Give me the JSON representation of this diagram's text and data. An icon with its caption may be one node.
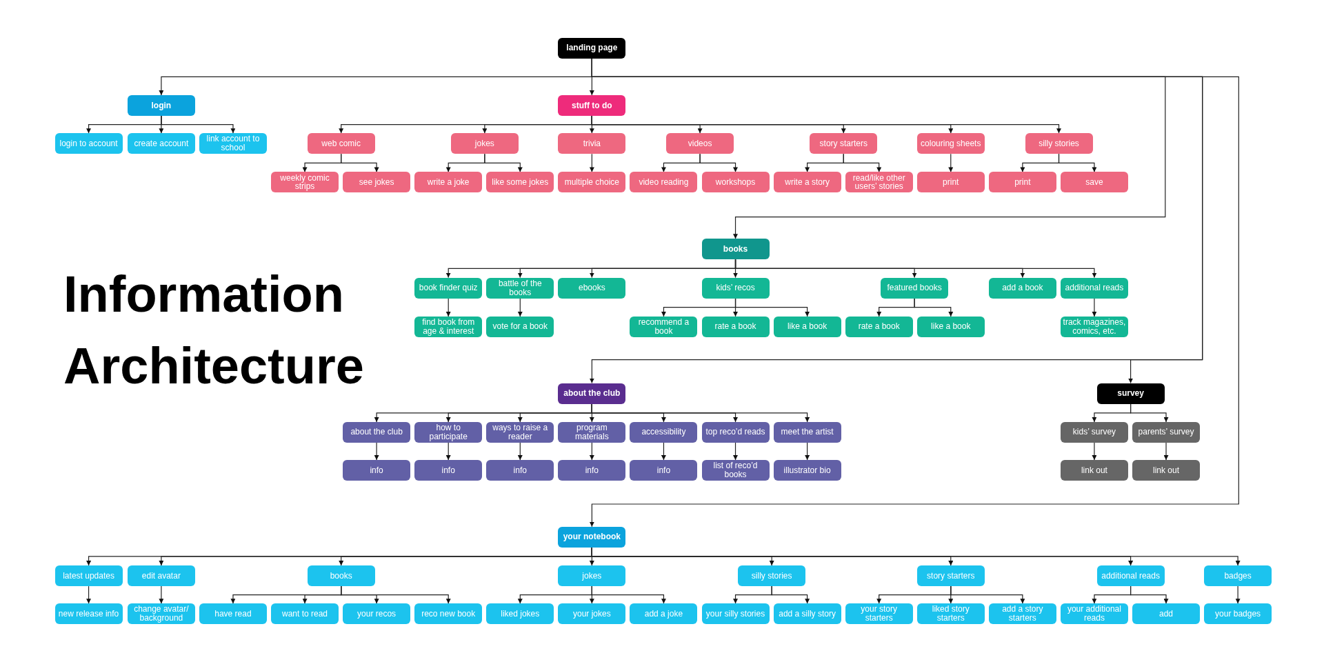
{
  "diagram": {
    "title": "Information Architecture",
    "nodes": [
      {
        "text": [
          "landing page"
        ]
      },
      {
        "text": [
          "login"
        ]
      },
      {
        "text": [
          "login to account"
        ]
      },
      {
        "text": [
          "create account"
        ]
      },
      {
        "text": [
          "link account to school"
        ]
      },
      {
        "text": [
          "stuff to do"
        ]
      },
      {
        "text": [
          "web comic"
        ]
      },
      {
        "text": [
          "weekly comic strips"
        ]
      },
      {
        "text": [
          "see jokes"
        ]
      },
      {
        "text": [
          "jokes"
        ]
      },
      {
        "text": [
          "write a joke"
        ]
      },
      {
        "text": [
          "like some jokes"
        ]
      },
      {
        "text": [
          "trivia"
        ]
      },
      {
        "text": [
          "multiple choice"
        ]
      },
      {
        "text": [
          "videos"
        ]
      },
      {
        "text": [
          "video reading"
        ]
      },
      {
        "text": [
          "workshops"
        ]
      },
      {
        "text": [
          "story starters"
        ]
      },
      {
        "text": [
          "write a story"
        ]
      },
      {
        "text": [
          "read/like other users’ stories"
        ]
      },
      {
        "text": [
          "colouring sheets"
        ]
      },
      {
        "text": [
          "print"
        ]
      },
      {
        "text": [
          "silly stories"
        ]
      },
      {
        "text": [
          "print"
        ]
      },
      {
        "text": [
          "save"
        ]
      },
      {
        "text": [
          "books"
        ]
      },
      {
        "text": [
          "book finder quiz"
        ]
      },
      {
        "text": [
          "find book from age & interest"
        ]
      },
      {
        "text": [
          "battle of the books"
        ]
      },
      {
        "text": [
          "vote for a book"
        ]
      },
      {
        "text": [
          "ebooks"
        ]
      },
      {
        "text": [
          "kids’ recos"
        ]
      },
      {
        "text": [
          "recommend a book"
        ]
      },
      {
        "text": [
          "rate a book"
        ]
      },
      {
        "text": [
          "like a book"
        ]
      },
      {
        "text": [
          "featured books"
        ]
      },
      {
        "text": [
          "rate a book"
        ]
      },
      {
        "text": [
          "like a book"
        ]
      },
      {
        "text": [
          "add a book"
        ]
      },
      {
        "text": [
          "additional reads"
        ]
      },
      {
        "text": [
          "track magazines, comics, etc."
        ]
      },
      {
        "text": [
          "about the club"
        ]
      },
      {
        "text": [
          "about the club"
        ]
      },
      {
        "text": [
          "info"
        ]
      },
      {
        "text": [
          "how to participate"
        ]
      },
      {
        "text": [
          "info"
        ]
      },
      {
        "text": [
          "ways to raise a reader"
        ]
      },
      {
        "text": [
          "info"
        ]
      },
      {
        "text": [
          "program materials"
        ]
      },
      {
        "text": [
          "info"
        ]
      },
      {
        "text": [
          "accessibility"
        ]
      },
      {
        "text": [
          "info"
        ]
      },
      {
        "text": [
          "top reco’d reads"
        ]
      },
      {
        "text": [
          "list of reco’d books"
        ]
      },
      {
        "text": [
          "meet the artist"
        ]
      },
      {
        "text": [
          "illustrator bio"
        ]
      },
      {
        "text": [
          "survey"
        ]
      },
      {
        "text": [
          "kids’ survey"
        ]
      },
      {
        "text": [
          "link out"
        ]
      },
      {
        "text": [
          "parents’ survey"
        ]
      },
      {
        "text": [
          "link out"
        ]
      },
      {
        "text": [
          "your notebook"
        ]
      },
      {
        "text": [
          "latest updates"
        ]
      },
      {
        "text": [
          "new release info"
        ]
      },
      {
        "text": [
          "edit avatar"
        ]
      },
      {
        "text": [
          "change avatar/ background"
        ]
      },
      {
        "text": [
          "books"
        ]
      },
      {
        "text": [
          "have read"
        ]
      },
      {
        "text": [
          "want to read"
        ]
      },
      {
        "text": [
          "your recos"
        ]
      },
      {
        "text": [
          "reco new book"
        ]
      },
      {
        "text": [
          "jokes"
        ]
      },
      {
        "text": [
          "liked jokes"
        ]
      },
      {
        "text": [
          "your jokes"
        ]
      },
      {
        "text": [
          "add a joke"
        ]
      },
      {
        "text": [
          "silly stories"
        ]
      },
      {
        "text": [
          "your silly stories"
        ]
      },
      {
        "text": [
          "add a silly story"
        ]
      },
      {
        "text": [
          "story starters"
        ]
      },
      {
        "text": [
          "your story starters"
        ]
      },
      {
        "text": [
          "liked story starters"
        ]
      },
      {
        "text": [
          "add a story starters"
        ]
      },
      {
        "text": [
          "additional reads"
        ]
      },
      {
        "text": [
          "your additional reads"
        ]
      },
      {
        "text": [
          "add"
        ]
      },
      {
        "text": [
          "badges"
        ]
      },
      {
        "text": [
          "your badges"
        ]
      }
    ],
    "edges": [
      {
        "from": 0,
        "to": 1,
        "arrow": "to"
      },
      {
        "from": 1,
        "to": 2,
        "arrow": "to"
      },
      {
        "from": 1,
        "to": 3,
        "arrow": "to"
      },
      {
        "from": 1,
        "to": 4,
        "arrow": "to"
      },
      {
        "from": 0,
        "to": 5,
        "arrow": "to"
      },
      {
        "from": 5,
        "to": 6,
        "arrow": "to"
      },
      {
        "from": 6,
        "to": 7,
        "arrow": "to"
      },
      {
        "from": 6,
        "to": 8,
        "arrow": "to"
      },
      {
        "from": 5,
        "to": 9,
        "arrow": "to"
      },
      {
        "from": 9,
        "to": 10,
        "arrow": "to"
      },
      {
        "from": 9,
        "to": 11,
        "arrow": "to"
      },
      {
        "from": 5,
        "to": 12,
        "arrow": "to"
      },
      {
        "from": 12,
        "to": 13,
        "arrow": "to"
      },
      {
        "from": 5,
        "to": 14,
        "arrow": "to"
      },
      {
        "from": 14,
        "to": 15,
        "arrow": "to"
      },
      {
        "from": 14,
        "to": 16,
        "arrow": "to"
      },
      {
        "from": 5,
        "to": 17,
        "arrow": "to"
      },
      {
        "from": 17,
        "to": 18,
        "arrow": "to"
      },
      {
        "from": 17,
        "to": 19,
        "arrow": "to"
      },
      {
        "from": 5,
        "to": 20,
        "arrow": "to"
      },
      {
        "from": 20,
        "to": 21,
        "arrow": "to"
      },
      {
        "from": 5,
        "to": 22,
        "arrow": "to"
      },
      {
        "from": 22,
        "to": 23,
        "arrow": "to"
      },
      {
        "from": 22,
        "to": 24,
        "arrow": "to"
      },
      {
        "from": 0,
        "to": 25,
        "arrow": "to"
      },
      {
        "from": 25,
        "to": 26,
        "arrow": "to"
      },
      {
        "from": 26,
        "to": 27,
        "arrow": "to"
      },
      {
        "from": 25,
        "to": 28,
        "arrow": "to"
      },
      {
        "from": 28,
        "to": 29,
        "arrow": "to"
      },
      {
        "from": 25,
        "to": 30,
        "arrow": "to"
      },
      {
        "from": 25,
        "to": 31,
        "arrow": "to"
      },
      {
        "from": 31,
        "to": 32,
        "arrow": "to"
      },
      {
        "from": 31,
        "to": 33,
        "arrow": "to"
      },
      {
        "from": 31,
        "to": 34,
        "arrow": "to"
      },
      {
        "from": 25,
        "to": 35,
        "arrow": "to"
      },
      {
        "from": 35,
        "to": 36,
        "arrow": "to"
      },
      {
        "from": 35,
        "to": 37,
        "arrow": "to"
      },
      {
        "from": 25,
        "to": 38,
        "arrow": "to"
      },
      {
        "from": 25,
        "to": 39,
        "arrow": "to"
      },
      {
        "from": 39,
        "to": 40,
        "arrow": "to"
      },
      {
        "from": 0,
        "to": 41,
        "arrow": "to"
      },
      {
        "from": 41,
        "to": 42,
        "arrow": "to"
      },
      {
        "from": 42,
        "to": 43,
        "arrow": "to"
      },
      {
        "from": 41,
        "to": 44,
        "arrow": "to"
      },
      {
        "from": 44,
        "to": 45,
        "arrow": "to"
      },
      {
        "from": 41,
        "to": 46,
        "arrow": "to"
      },
      {
        "from": 46,
        "to": 47,
        "arrow": "to"
      },
      {
        "from": 41,
        "to": 48,
        "arrow": "to"
      },
      {
        "from": 48,
        "to": 49,
        "arrow": "to"
      },
      {
        "from": 41,
        "to": 50,
        "arrow": "to"
      },
      {
        "from": 50,
        "to": 51,
        "arrow": "to"
      },
      {
        "from": 41,
        "to": 52,
        "arrow": "to"
      },
      {
        "from": 52,
        "to": 53,
        "arrow": "to"
      },
      {
        "from": 41,
        "to": 54,
        "arrow": "to"
      },
      {
        "from": 54,
        "to": 55,
        "arrow": "to"
      },
      {
        "from": 0,
        "to": 56,
        "arrow": "to"
      },
      {
        "from": 56,
        "to": 57,
        "arrow": "to"
      },
      {
        "from": 57,
        "to": 58,
        "arrow": "to"
      },
      {
        "from": 56,
        "to": 59,
        "arrow": "to"
      },
      {
        "from": 59,
        "to": 60,
        "arrow": "to"
      },
      {
        "from": 0,
        "to": 61,
        "arrow": "to"
      },
      {
        "from": 61,
        "to": 62,
        "arrow": "to"
      },
      {
        "from": 62,
        "to": 63,
        "arrow": "to"
      },
      {
        "from": 61,
        "to": 64,
        "arrow": "to"
      },
      {
        "from": 64,
        "to": 65,
        "arrow": "to"
      },
      {
        "from": 61,
        "to": 66,
        "arrow": "to"
      },
      {
        "from": 66,
        "to": 67,
        "arrow": "to"
      },
      {
        "from": 66,
        "to": 68,
        "arrow": "to"
      },
      {
        "from": 66,
        "to": 69,
        "arrow": "to"
      },
      {
        "from": 66,
        "to": 70,
        "arrow": "to"
      },
      {
        "from": 61,
        "to": 71,
        "arrow": "to"
      },
      {
        "from": 71,
        "to": 72,
        "arrow": "to"
      },
      {
        "from": 71,
        "to": 73,
        "arrow": "to"
      },
      {
        "from": 71,
        "to": 74,
        "arrow": "to"
      },
      {
        "from": 61,
        "to": 75,
        "arrow": "to"
      },
      {
        "from": 75,
        "to": 76,
        "arrow": "to"
      },
      {
        "from": 75,
        "to": 77,
        "arrow": "to"
      },
      {
        "from": 61,
        "to": 78,
        "arrow": "to"
      },
      {
        "from": 78,
        "to": 79,
        "arrow": "to"
      },
      {
        "from": 78,
        "to": 80,
        "arrow": "to"
      },
      {
        "from": 78,
        "to": 81,
        "arrow": "to"
      },
      {
        "from": 61,
        "to": 82,
        "arrow": "to"
      },
      {
        "from": 82,
        "to": 83,
        "arrow": "to"
      },
      {
        "from": 82,
        "to": 84,
        "arrow": "to"
      },
      {
        "from": 61,
        "to": 85,
        "arrow": "to"
      },
      {
        "from": 85,
        "to": 86,
        "arrow": "to"
      }
    ]
  }
}
